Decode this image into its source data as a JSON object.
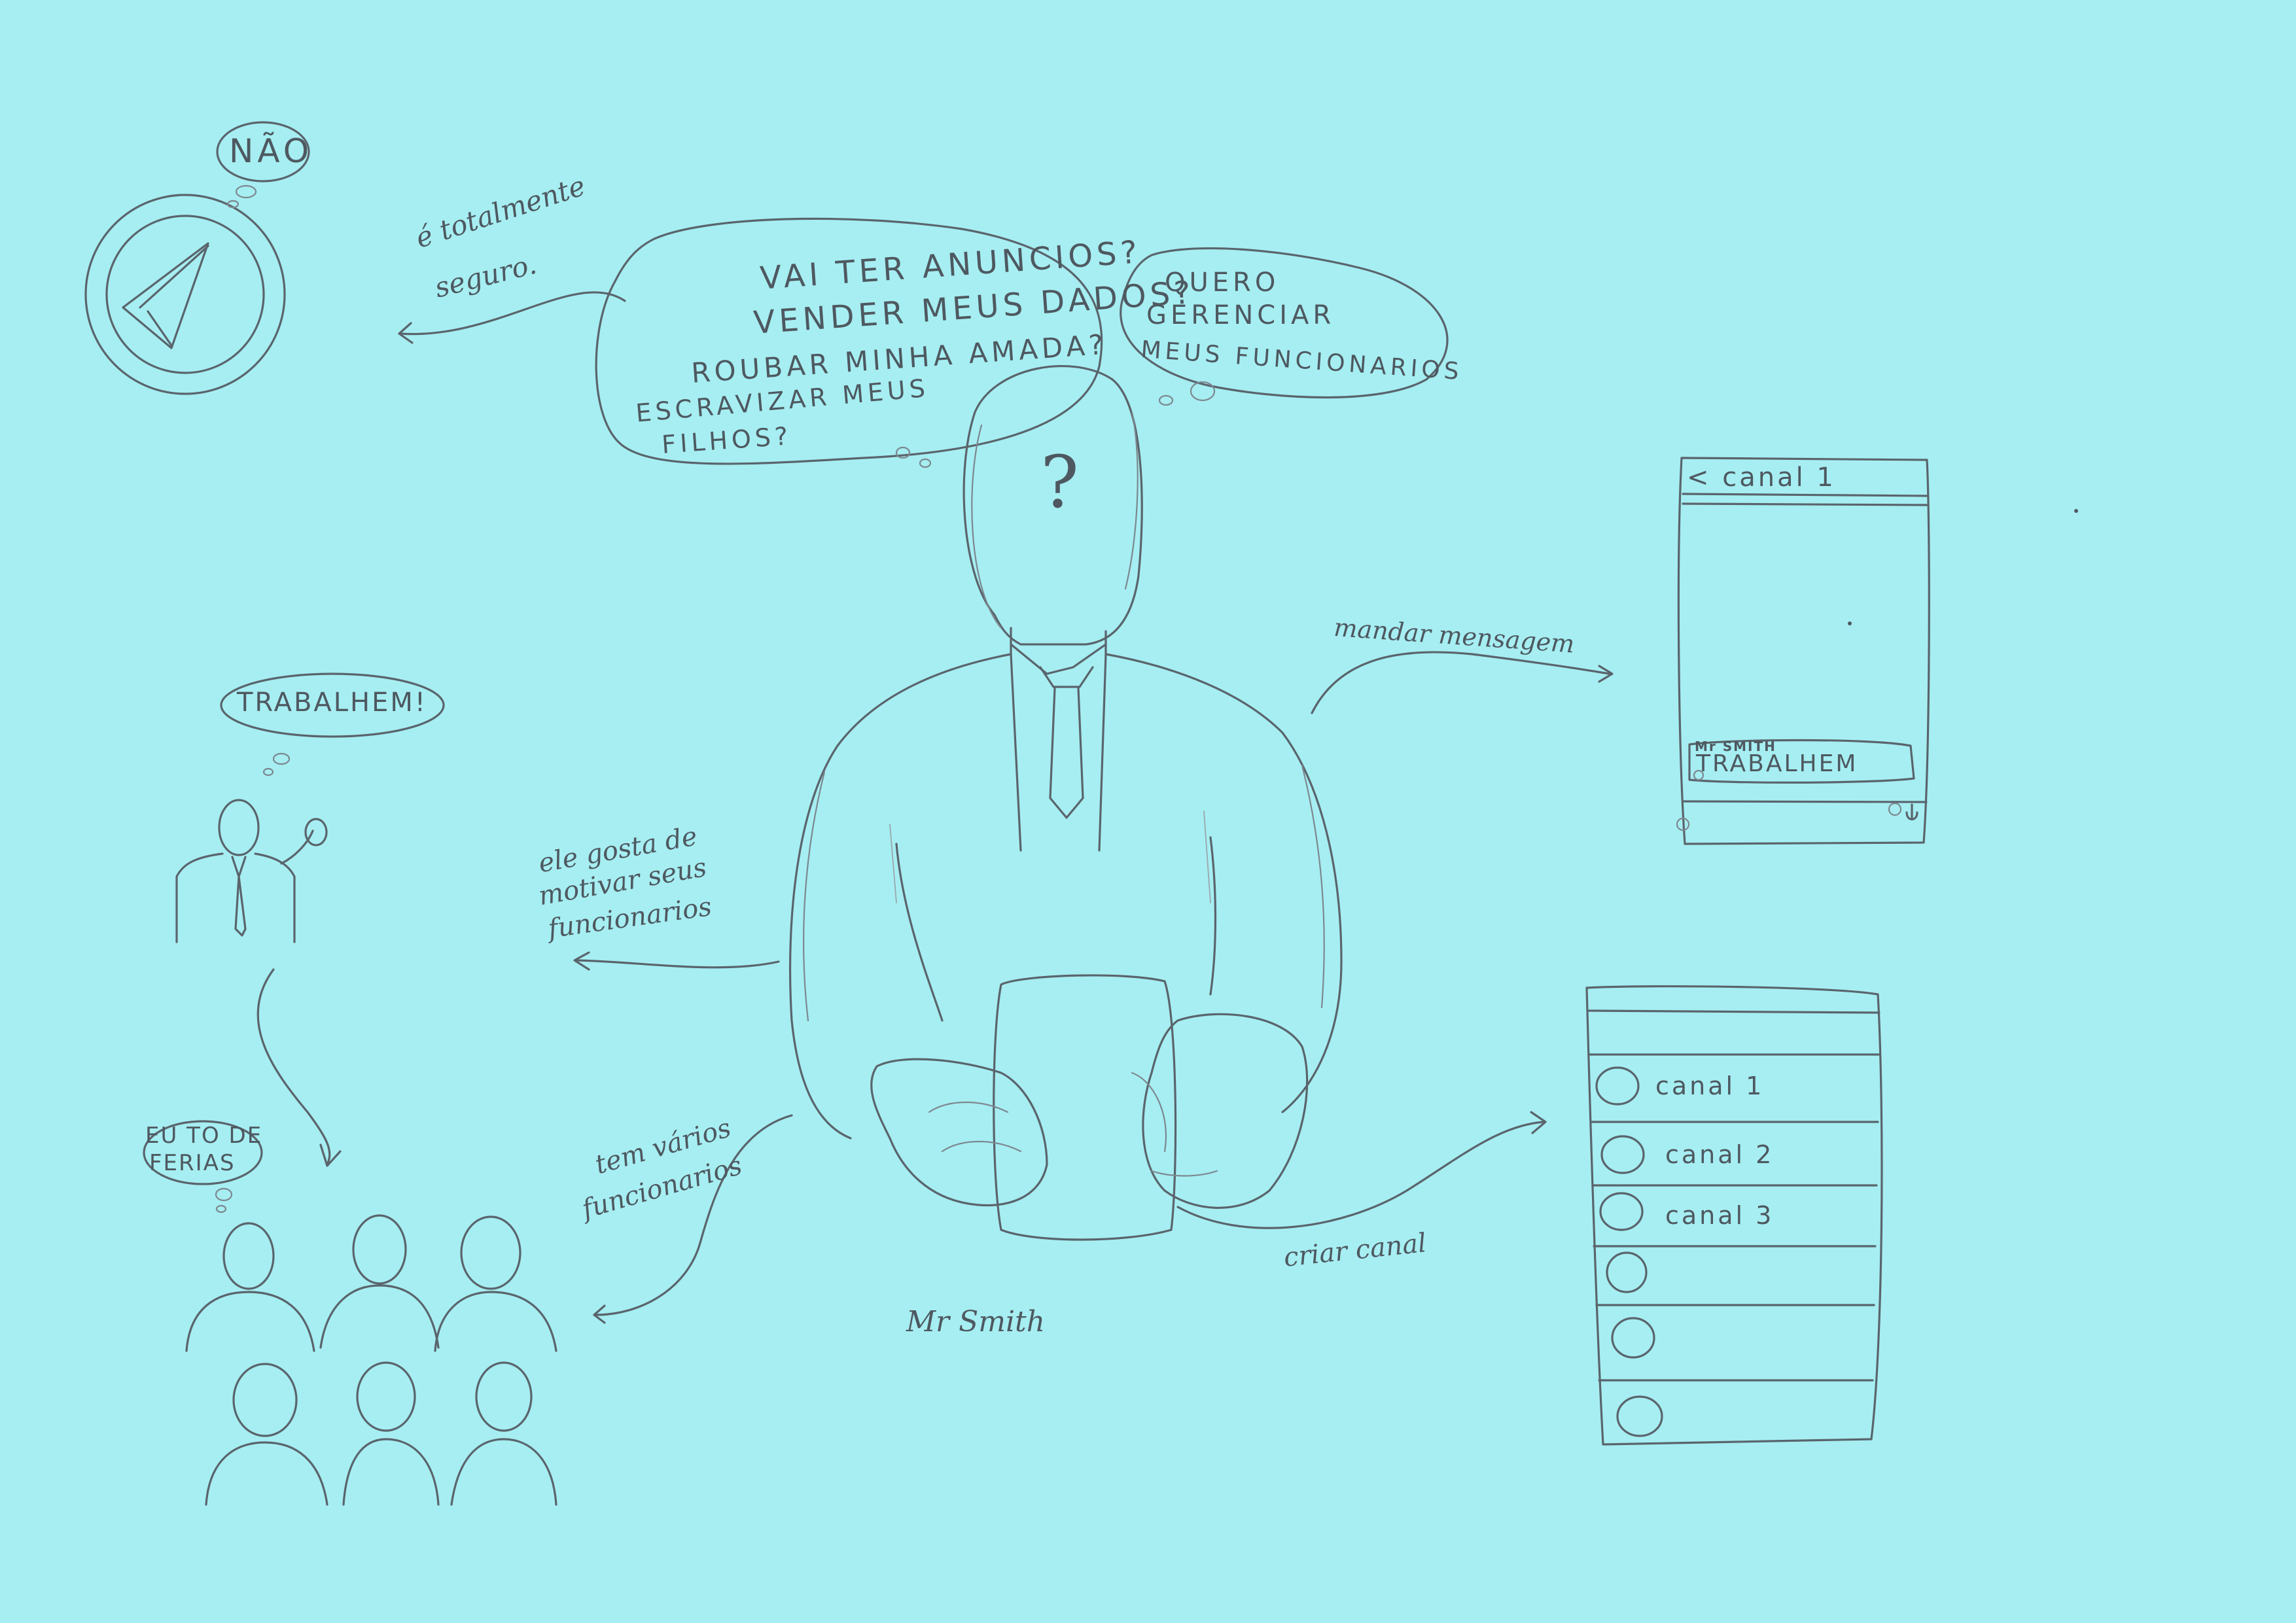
{
  "sketch": {
    "bubbles": {
      "nao": "NÃO",
      "questions": [
        "VAI TER ANUNCIOS?",
        "VENDER MEUS DADOS?",
        "ROUBAR MINHA AMADA?",
        "ESCRAVIZAR MEUS",
        "FILHOS?"
      ],
      "manage": [
        "QUERO",
        "GERENCIAR",
        "MEUS FUNCIONARIOS"
      ],
      "trabalhem": "TRABALHEM!",
      "ferias": [
        "EU TO DE",
        "FERIAS"
      ]
    },
    "annotations": {
      "seguro": [
        "é totalmente",
        "seguro."
      ],
      "motivar": [
        "ele gosta de",
        "motivar seus",
        "funcionarios"
      ],
      "varios": [
        "tem vários",
        "funcionarios"
      ],
      "mensagem": "mandar mensagem",
      "criar": "criar canal"
    },
    "center_head_mark": "?",
    "character_name": "Mr Smith",
    "chat_screen": {
      "header": "< canal 1",
      "sender": "Mr SMITH",
      "message": "TRABALHEM"
    },
    "channel_list": {
      "items": [
        "canal 1",
        "canal 2",
        "canal 3"
      ]
    },
    "icons": [
      "telegram-paper-plane-icon",
      "question-mark-icon",
      "back-arrow-icon",
      "attach-icon",
      "mic-icon"
    ]
  }
}
